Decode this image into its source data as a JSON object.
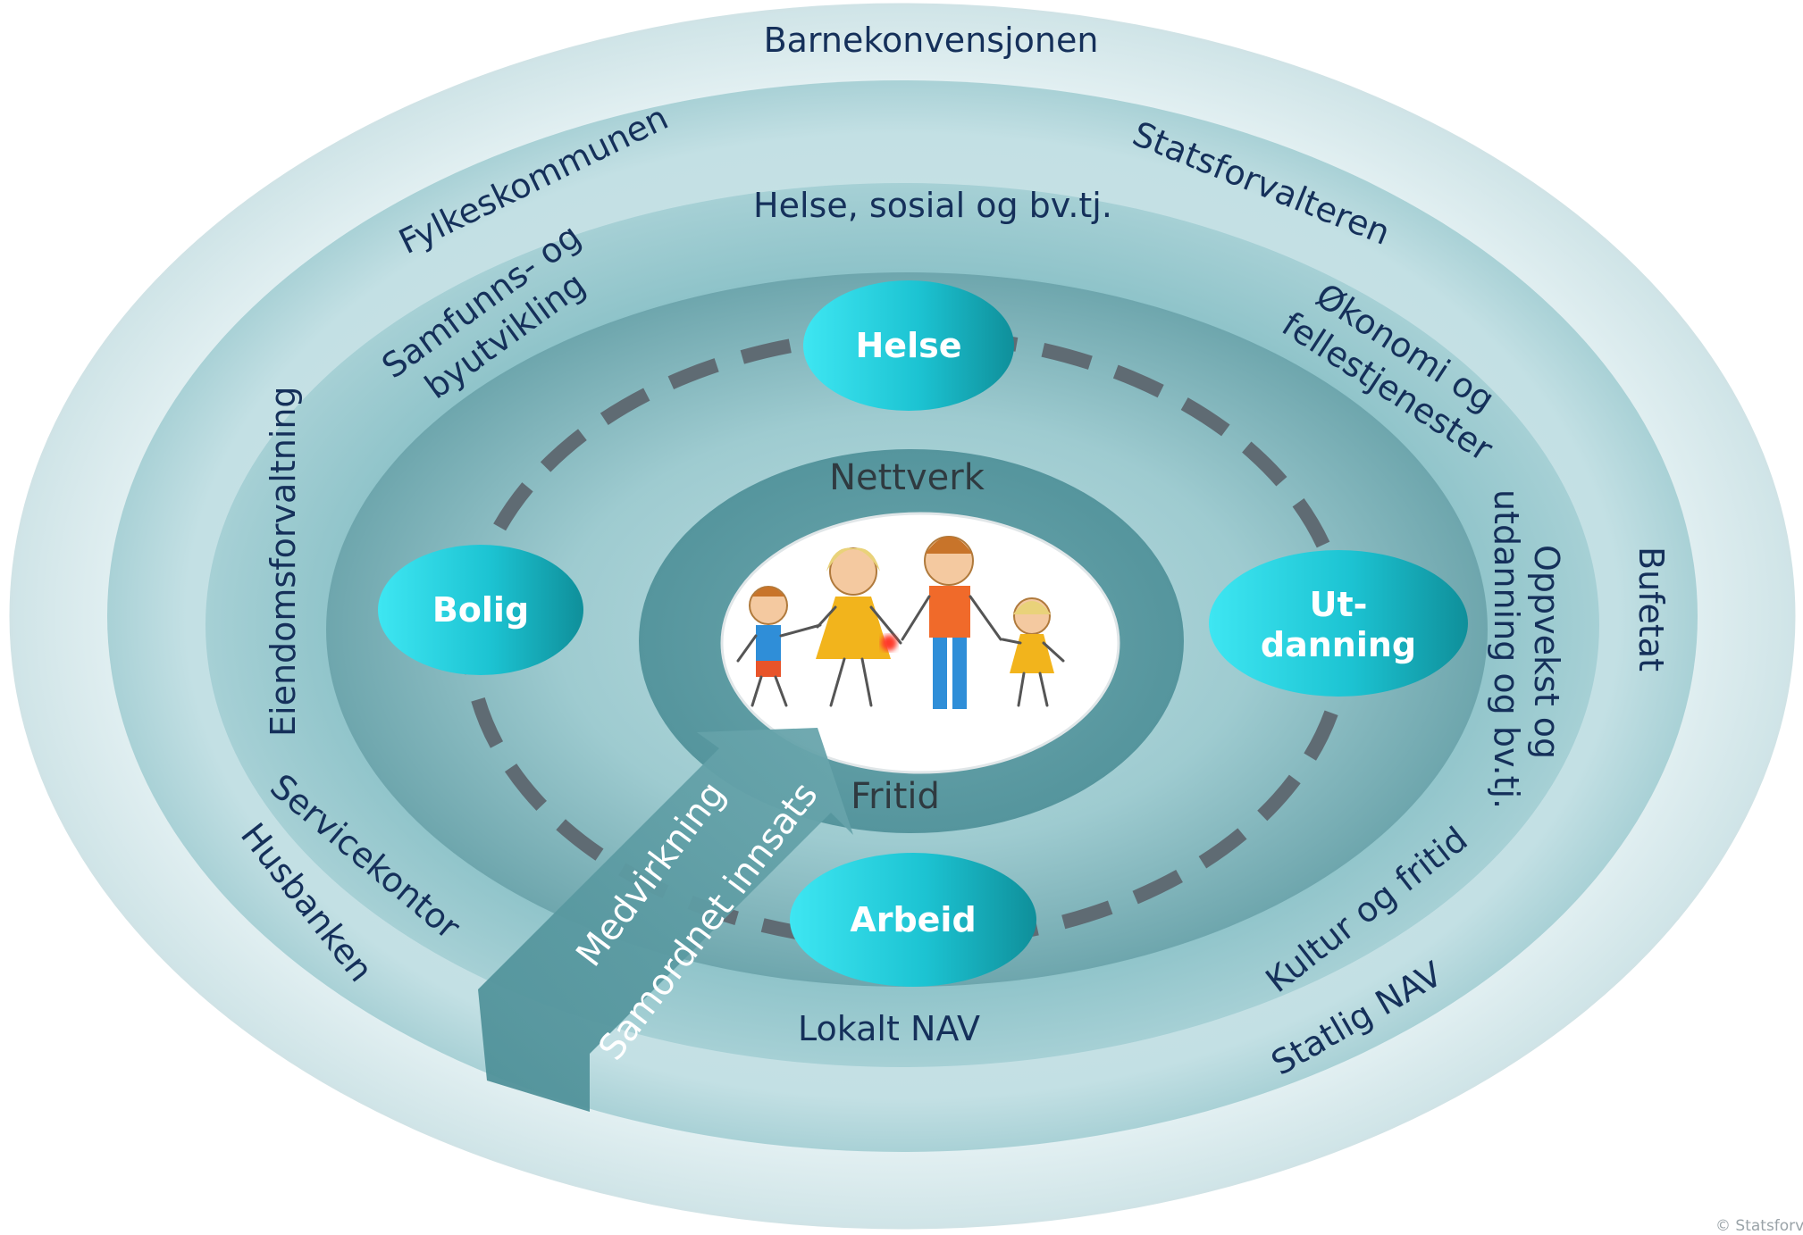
{
  "rings": {
    "outer": {
      "top": "Barnekonvensjonen",
      "upper_left": "Fylkeskommunen",
      "upper_right": "Statsforvalteren",
      "right": "Bufetat",
      "lower_left": "Husbanken",
      "lower_right": "Statlig NAV"
    },
    "middle": {
      "top": "Helse, sosial og bv.tj.",
      "upper_left_1": "Samfunns- og",
      "upper_left_2": "byutvikling",
      "upper_right_1": "Økonomi og",
      "upper_right_2": "fellestjenester",
      "left": "Eiendomsforvaltning",
      "right_1": "Oppvekst og",
      "right_2": "utdanning og bv.tj.",
      "lower_left": "Servicekontor",
      "lower_right": "Kultur og fritid",
      "bottom": "Lokalt NAV"
    },
    "inner": {
      "top": "Nettverk",
      "bottom": "Fritid"
    }
  },
  "nodes": {
    "helse": "Helse",
    "bolig": "Bolig",
    "utdanning_1": "Ut-",
    "utdanning_2": "danning",
    "arbeid": "Arbeid"
  },
  "arrow": {
    "line_1": "Medvirkning",
    "line_2": "Samordnet innsats"
  },
  "copyright": "© Statsforva",
  "colors": {
    "outer_ring": "#e3f0f2",
    "second_ring": "#c1dee2",
    "third_ring": "#9ccbd1",
    "inner_disc": "#7fb5bb",
    "node": "#1fcad8",
    "dashed_path": "#5f6b73",
    "text_dark": "#15305a"
  }
}
